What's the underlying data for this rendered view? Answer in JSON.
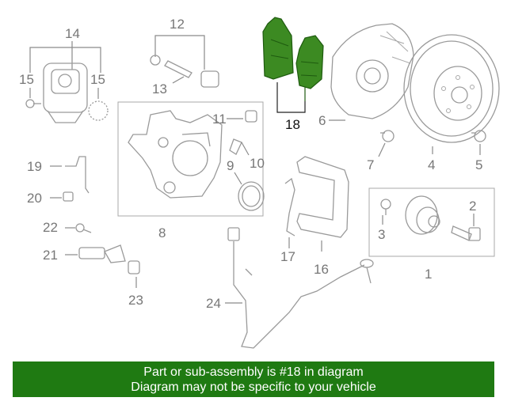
{
  "callouts": {
    "c1": "1",
    "c2": "2",
    "c3": "3",
    "c4": "4",
    "c5": "5",
    "c6": "6",
    "c7": "7",
    "c8": "8",
    "c9": "9",
    "c10": "10",
    "c11": "11",
    "c12": "12",
    "c13": "13",
    "c14": "14",
    "c15a": "15",
    "c15b": "15",
    "c16": "16",
    "c17": "17",
    "c18": "18",
    "c19": "19",
    "c20": "20",
    "c21": "21",
    "c22": "22",
    "c23": "23",
    "c24": "24"
  },
  "highlight": {
    "part_number": "18",
    "color": "#3c8a22"
  },
  "banner": {
    "line1": "Part or sub-assembly is #18 in diagram",
    "line2": "Diagram may not be specific to your vehicle",
    "background": "#1f7a12"
  }
}
